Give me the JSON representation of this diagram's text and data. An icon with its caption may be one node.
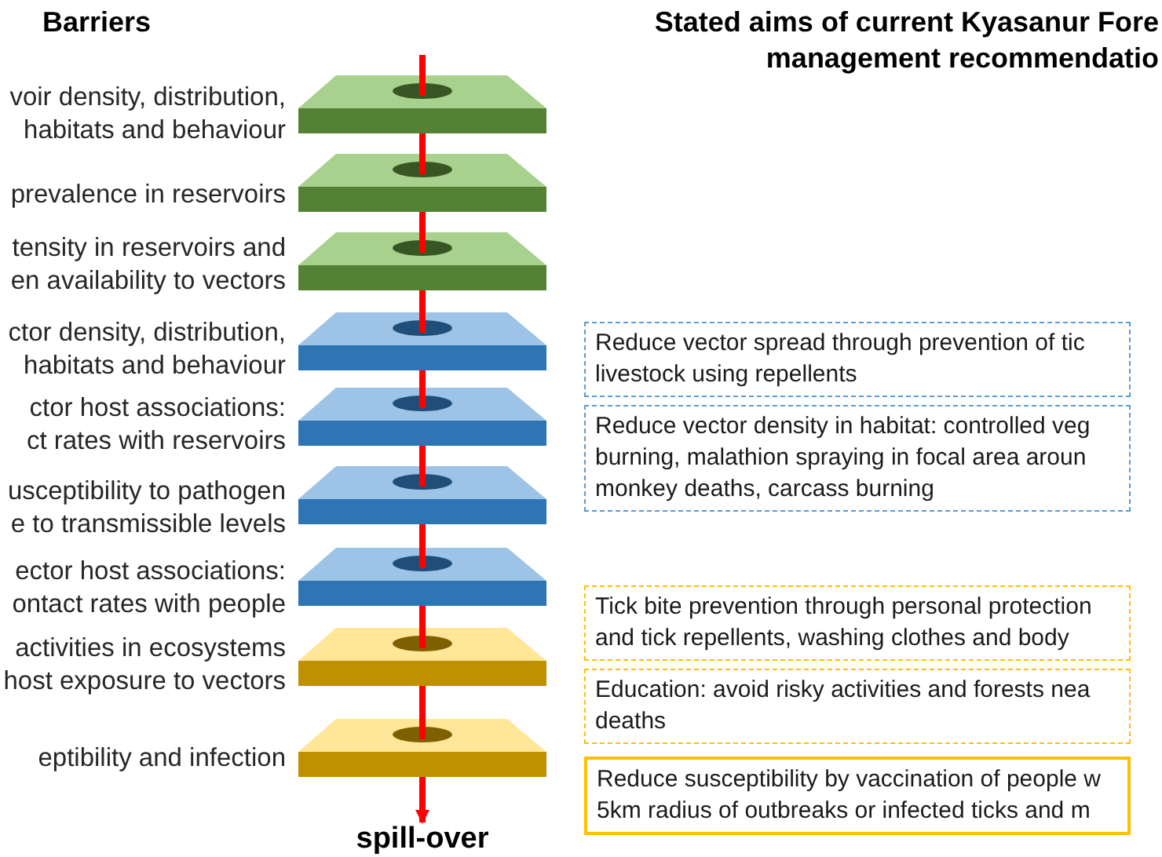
{
  "diagram": {
    "nodes": [
      {
        "text": [],
        "shape": "box",
        "beside": [
          "voir density, distribution, habitats and behaviour"
        ]
      },
      {
        "text": [],
        "shape": "box",
        "beside": [
          "prevalence in reservoirs"
        ]
      },
      {
        "text": [],
        "shape": "box",
        "beside": [
          "tensity in reservoirs and en availability to vectors"
        ]
      },
      {
        "text": [],
        "shape": "box",
        "beside": [
          "ctor density, distribution, habitats and behaviour"
        ]
      },
      {
        "text": [],
        "shape": "box",
        "beside": [
          "ctor host associations: ct rates with reservoirs"
        ]
      },
      {
        "text": [],
        "shape": "box",
        "beside": [
          "usceptibility to pathogen e to transmissible levels"
        ]
      },
      {
        "text": [],
        "shape": "box",
        "beside": [
          "ector host associations: ontact rates with people"
        ]
      },
      {
        "text": [],
        "shape": "box",
        "beside": [
          "activities in ecosystems host exposure to vectors"
        ]
      },
      {
        "text": [],
        "shape": "box",
        "beside": [
          "eptibility and infection"
        ]
      },
      {
        "text": [
          "spill-over"
        ]
      },
      {
        "text": [
          "Reduce vector spread through prevention of tic livestock using repellents"
        ]
      },
      {
        "text": [
          "Reduce vector density in habitat: controlled veg burning, malathion spraying in focal area aroun monkey deaths, carcass burning"
        ]
      },
      {
        "text": [
          "Tick bite prevention through personal protection and tick repellents, washing clothes and body"
        ]
      },
      {
        "text": [
          "Education: avoid risky activities and forests nea deaths"
        ]
      },
      {
        "text": [
          "Reduce susceptibility by vaccination of people w 5km radius of outbreaks or infected ticks and m"
        ]
      }
    ],
    "edges": [
      {
        "from": null,
        "to": 0,
        "arrow": "none"
      },
      {
        "from": 0,
        "to": 1,
        "arrow": "none"
      },
      {
        "from": 1,
        "to": 2,
        "arrow": "none"
      },
      {
        "from": 2,
        "to": 3,
        "arrow": "none"
      },
      {
        "from": 3,
        "to": 4,
        "arrow": "none"
      },
      {
        "from": 4,
        "to": 5,
        "arrow": "none"
      },
      {
        "from": 5,
        "to": 6,
        "arrow": "none"
      },
      {
        "from": 6,
        "to": 7,
        "arrow": "none"
      },
      {
        "from": 7,
        "to": 8,
        "arrow": "none"
      },
      {
        "from": 8,
        "to": 9,
        "arrow": "to"
      }
    ],
    "labels": [
      "Barriers",
      "Stated aims of current Kyasanur Fore management recommendatio"
    ]
  }
}
